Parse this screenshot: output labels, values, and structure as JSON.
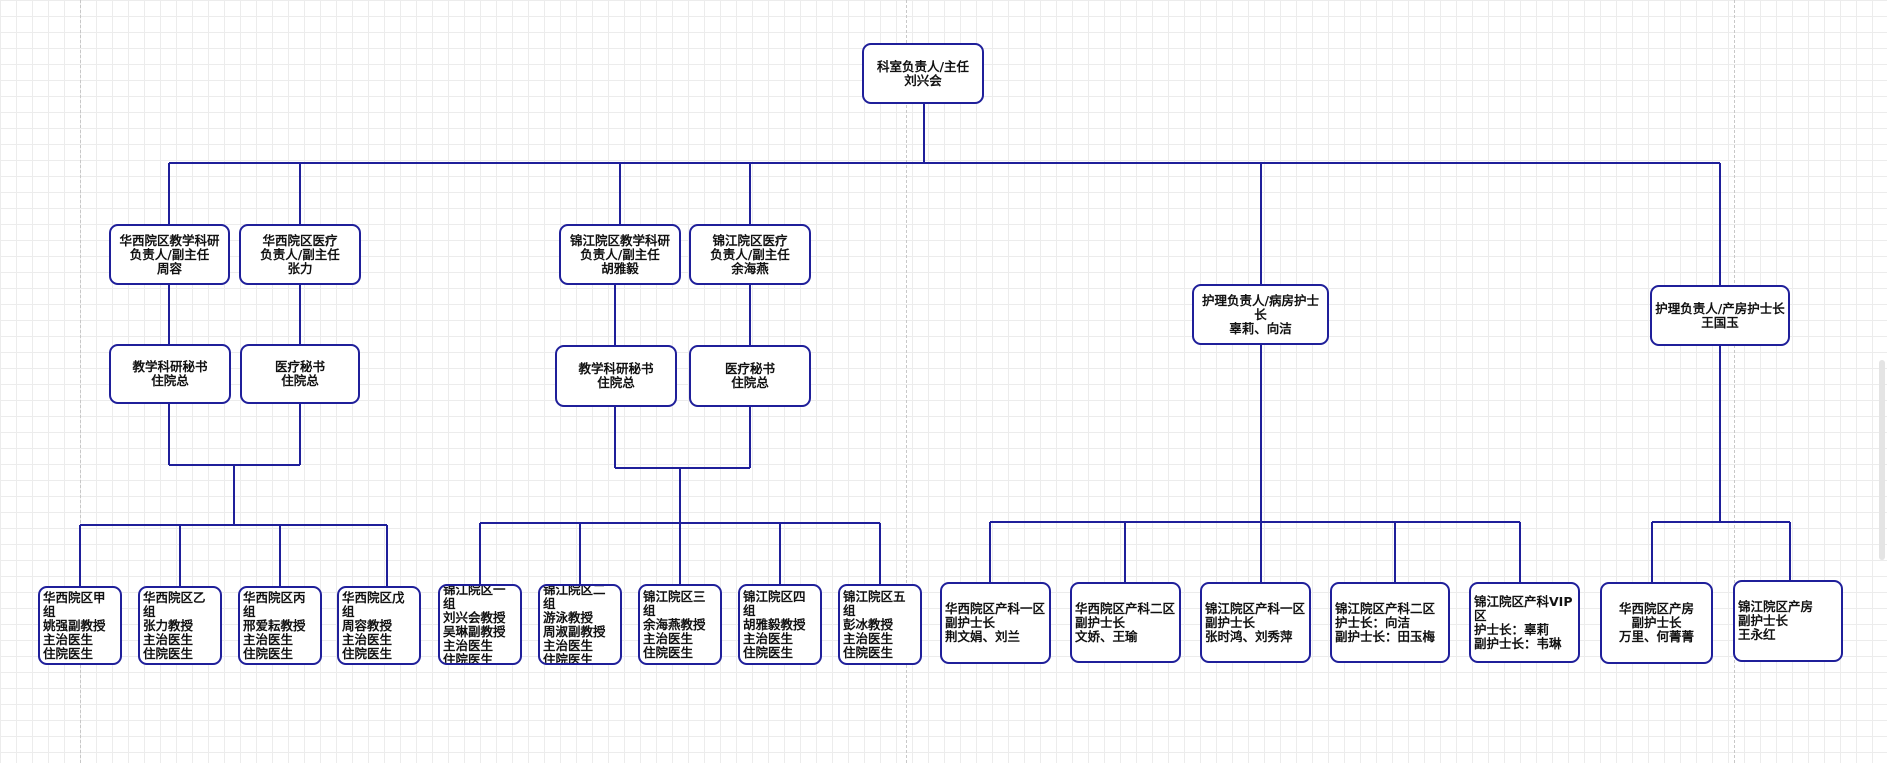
{
  "diagram": {
    "root": {
      "title": "科室负责人/主任",
      "name": "刘兴会"
    },
    "leads": {
      "hx_teach": "华西院区教学科研\n负责人/副主任\n周容",
      "hx_med": "华西院区医疗\n负责人/副主任\n张力",
      "jj_teach": "锦江院区教学科研\n负责人/副主任\n胡雅毅",
      "jj_med": "锦江院区医疗\n负责人/副主任\n余海燕",
      "nurse_ward": "护理负责人/病房护士\n长\n辜莉、向洁",
      "nurse_delivery": "护理负责人/产房护士长\n王国玉"
    },
    "secretaries": {
      "hx_teach": "教学科研秘书\n住院总",
      "hx_med": "医疗秘书\n住院总",
      "jj_teach": "教学科研秘书\n住院总",
      "jj_med": "医疗秘书\n住院总"
    },
    "groups": {
      "hx_a": "华西院区甲\n组\n姚强副教授\n主治医生\n住院医生",
      "hx_b": "华西院区乙\n组\n张力教授\n主治医生\n住院医生",
      "hx_c": "华西院区丙\n组\n邢爱耘教授\n主治医生\n住院医生",
      "hx_d": "华西院区戊\n组\n周容教授\n主治医生\n住院医生",
      "jj_1": "锦江院区一\n组\n刘兴会教授\n吴琳副教授\n主治医生\n住院医生",
      "jj_2": "锦江院区二\n组\n游泳教授\n周淑副教授\n主治医生\n住院医生",
      "jj_3": "锦江院区三\n组\n余海燕教授\n主治医生\n住院医生",
      "jj_4": "锦江院区四\n组\n胡雅毅教授\n主治医生\n住院医生",
      "jj_5": "锦江院区五\n组\n彭冰教授\n主治医生\n住院医生"
    },
    "wards": {
      "hx_1": "华西院区产科一区\n副护士长\n荆文娟、刘兰",
      "hx_2": "华西院区产科二区\n副护士长\n文娇、王瑜",
      "jj_1": "锦江院区产科一区\n副护士长\n张时鸿、刘秀萍",
      "jj_2": "锦江院区产科二区\n护士长：向洁\n副护士长：田玉梅",
      "jj_vip": "锦江院区产科VIP\n区\n护士长：辜莉\n副护士长：韦琳"
    },
    "delivery": {
      "hx": "华西院区产房\n副护士长\n万里、何菁菁",
      "jj": "锦江院区产房\n副护士长\n王永红"
    }
  }
}
